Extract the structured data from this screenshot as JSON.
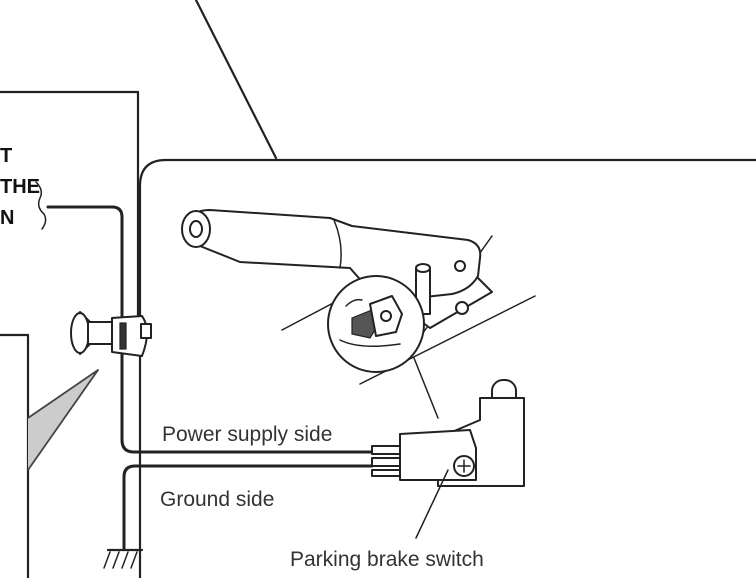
{
  "labels": {
    "power_supply_side": "Power supply side",
    "ground_side": "Ground side",
    "parking_brake_switch": "Parking brake switch",
    "cut_line_1": "T",
    "cut_line_2": "THE",
    "cut_line_3": "N"
  },
  "colors": {
    "line": "#222222",
    "text": "#333333",
    "background": "#ffffff"
  }
}
